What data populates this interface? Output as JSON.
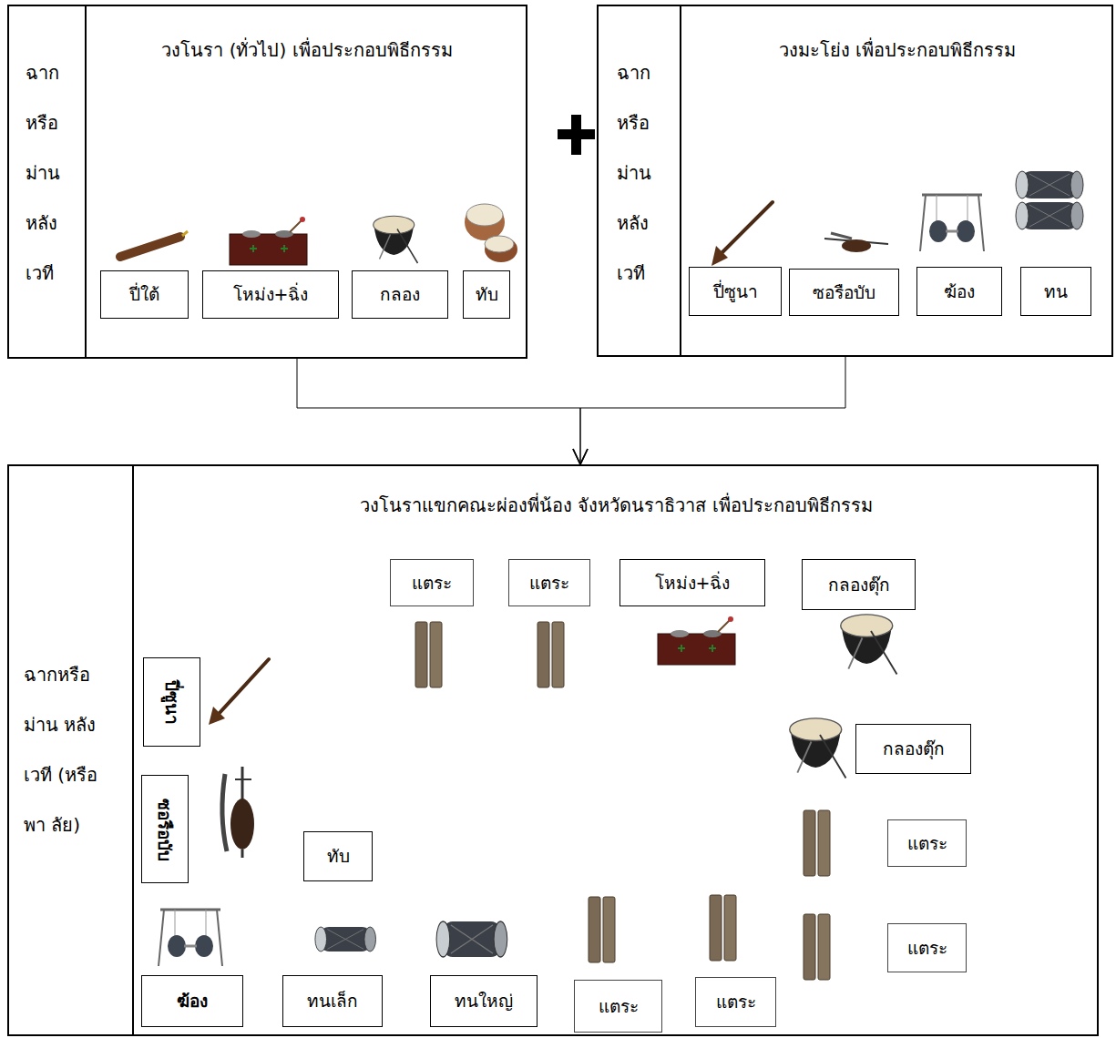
{
  "diagram": {
    "nodes": [
      {
        "text": [
          "วงโนรา (ทั่วไป) เพื่อประกอบพิธีกรรม"
        ]
      },
      {
        "text": [
          "ฉาก หรือ ม่าน หลัง เวที"
        ],
        "in": 0
      },
      {
        "text": [
          "ปี่ใต้"
        ],
        "in": 0
      },
      {
        "text": [
          "โหม่ง+ฉิ่ง"
        ],
        "in": 0
      },
      {
        "text": [
          "กลอง"
        ],
        "in": 0
      },
      {
        "text": [
          "ทับ"
        ],
        "in": 0
      },
      {
        "text": [
          "วงมะโย่ง เพื่อประกอบพิธีกรรม"
        ]
      },
      {
        "text": [
          "ฉาก หรือ ม่าน หลัง เวที"
        ],
        "in": 6
      },
      {
        "text": [
          "ปี่ซูนา"
        ],
        "in": 6
      },
      {
        "text": [
          "ซอรือบับ"
        ],
        "in": 6
      },
      {
        "text": [
          "ฆ้อง"
        ],
        "in": 6
      },
      {
        "text": [
          "ทน"
        ],
        "in": 6
      },
      {
        "text": [
          "วงโนราแขกคณะผ่องพี่น้อง จังหวัดนราธิวาส เพื่อประกอบพิธีกรรม"
        ]
      },
      {
        "text": [
          "ฉากหรือ ม่าน หลังเวที (หรือพา ลัย)"
        ],
        "in": 12
      },
      {
        "text": [
          "แตระ"
        ],
        "in": 12
      },
      {
        "text": [
          "แตระ"
        ],
        "in": 12
      },
      {
        "text": [
          "โหม่ง+ฉิ่ง"
        ],
        "in": 12
      },
      {
        "text": [
          "กลองตุ๊ก"
        ],
        "in": 12
      },
      {
        "text": [
          "ปี่ซูนา"
        ],
        "in": 12
      },
      {
        "text": [
          "ซอรือบับ"
        ],
        "in": 12
      },
      {
        "text": [
          "กลองตุ๊ก"
        ],
        "in": 12
      },
      {
        "text": [
          "ทับ"
        ],
        "in": 12
      },
      {
        "text": [
          "แตระ"
        ],
        "in": 12
      },
      {
        "text": [
          "ฆ้อง"
        ],
        "in": 12
      },
      {
        "text": [
          "ทนเล็ก"
        ],
        "in": 12
      },
      {
        "text": [
          "ทนใหญ่"
        ],
        "in": 12
      },
      {
        "text": [
          "แตระ"
        ],
        "in": 12
      },
      {
        "text": [
          "แตระ"
        ],
        "in": 12
      },
      {
        "text": [
          "แตระ"
        ],
        "in": 12
      }
    ],
    "edges": [
      {
        "from": 0,
        "to": 12,
        "arrow": "to"
      },
      {
        "from": 6,
        "to": 12,
        "arrow": "to"
      }
    ]
  }
}
